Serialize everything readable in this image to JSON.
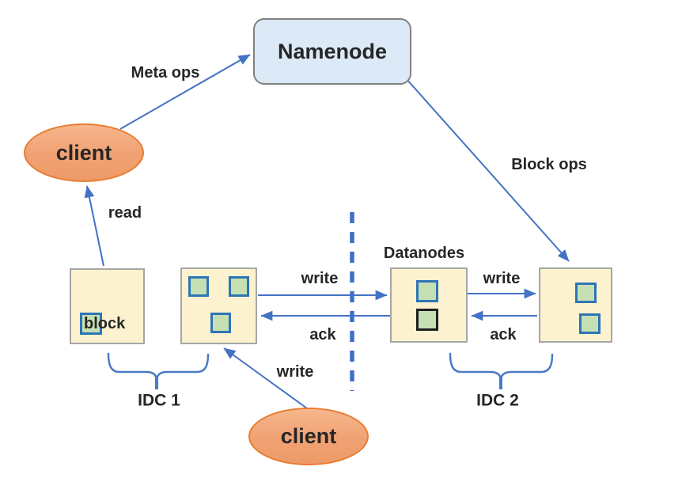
{
  "nodes": {
    "namenode": "Namenode",
    "client_top": "client",
    "client_bottom": "client",
    "datanodes": "Datanodes",
    "block": "block"
  },
  "edge_labels": {
    "meta_ops": "Meta ops",
    "block_ops": "Block ops",
    "read": "read",
    "write_idc": "write",
    "ack_idc": "ack",
    "write_dn": "write",
    "ack_dn": "ack",
    "write_client": "write"
  },
  "group_labels": {
    "idc1": "IDC 1",
    "idc2": "IDC 2"
  },
  "colors": {
    "arrow_blue": "#4472c4",
    "dashed_divider_blue": "#3f6fc8",
    "namenode_fill": "#dce9f6",
    "namenode_border": "#818181",
    "client_fill": "#f0a173",
    "client_border": "#e97c30",
    "datanode_box_fill": "#fcf2cf",
    "datanode_box_border": "#a6a6a6",
    "block_fill": "#c6e0b4",
    "block_border_blue": "#2e75b6",
    "block_border_black": "#1f1f1f",
    "text": "#262626"
  }
}
